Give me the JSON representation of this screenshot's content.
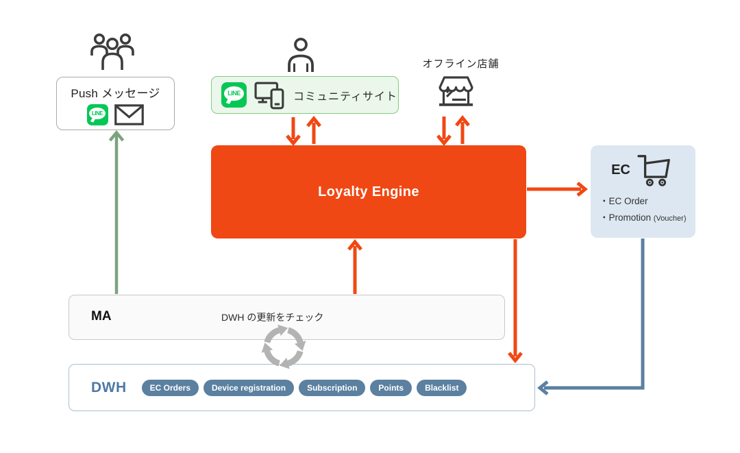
{
  "colors": {
    "orange": "#F04814",
    "green": "#7CA37F",
    "line-green": "#06C755",
    "community-bg": "#EAF7EA",
    "community-border": "#82CB82",
    "ec-bg": "#DCE7F1",
    "steel": "#5B80A0",
    "dwh-label": "#4E79A4",
    "icon-dark": "#3C3C3C",
    "refresh-gray": "#B3B3B3"
  },
  "icons": {
    "line_label": "LINE"
  },
  "push": {
    "label": "Push メッセージ"
  },
  "community": {
    "label": "コミュニティサイト"
  },
  "offline_store": {
    "label": "オフライン店舗"
  },
  "loyalty": {
    "label": "Loyalty Engine"
  },
  "ec": {
    "label": "EC",
    "bullet1": "・EC Order",
    "bullet2": "・Promotion",
    "bullet2_note": "(Voucher)"
  },
  "ma": {
    "label": "MA",
    "note": "DWH の更新をチェック"
  },
  "dwh": {
    "label": "DWH",
    "badges": [
      "EC Orders",
      "Device registration",
      "Subscription",
      "Points",
      "Blacklist"
    ]
  }
}
